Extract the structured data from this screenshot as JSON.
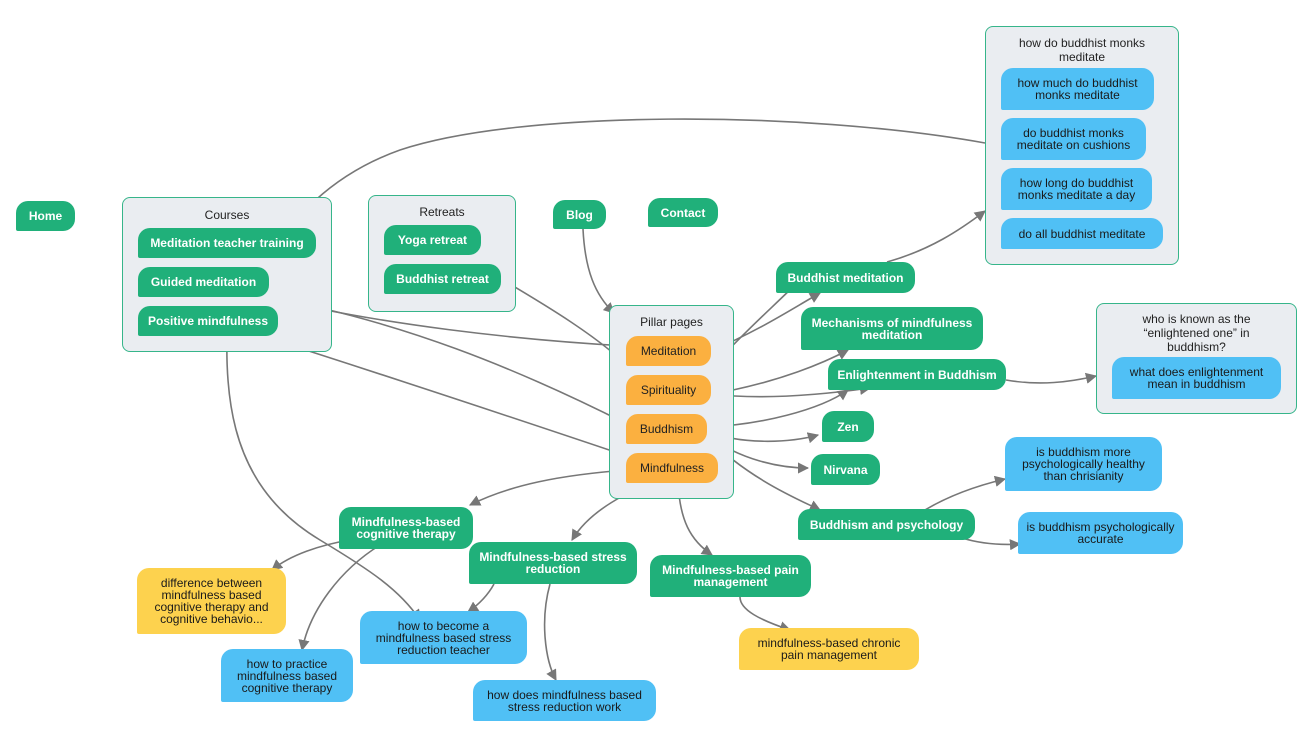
{
  "colors": {
    "green": "#20b07a",
    "orange": "#fbb040",
    "blue": "#50c0f5",
    "yellow": "#fdd24e",
    "edge": "#777777"
  },
  "nav": {
    "home": "Home",
    "blog": "Blog",
    "contact": "Contact"
  },
  "courses": {
    "title": "Courses",
    "items": [
      "Meditation teacher training",
      "Guided meditation",
      "Positive mindfulness"
    ]
  },
  "retreats": {
    "title": "Retreats",
    "items": [
      "Yoga retreat",
      "Buddhist retreat"
    ]
  },
  "pillar": {
    "title": "Pillar pages",
    "items": [
      "Meditation",
      "Spirituality",
      "Buddhism",
      "Mindfulness"
    ]
  },
  "monks": {
    "title": "how do buddhist monks meditate",
    "items": [
      "how much do buddhist monks meditate",
      "do buddhist monks meditate on cushions",
      "how long do buddhist monks meditate a day",
      "do all buddhist meditate"
    ]
  },
  "enlightened": {
    "title": "who is known as the “enlightened one” in buddhism?",
    "items": [
      "what does enlightenment mean in buddhism"
    ]
  },
  "topics": {
    "buddhist_meditation": "Buddhist meditation",
    "mechanisms": "Mechanisms of mindfulness meditation",
    "enlightenment": "Enlightenment in Buddhism",
    "zen": "Zen",
    "nirvana": "Nirvana",
    "psychology": "Buddhism and psychology",
    "mbct": "Mindfulness-based cognitive therapy",
    "mbsr": "Mindfulness-based stress reduction",
    "pain": "Mindfulness-based pain management"
  },
  "questions": {
    "psych_healthy": "is buddhism more psychologically healthy than chrisianity",
    "psych_accurate": "is buddhism psychologically accurate",
    "mbct_difference": "difference between mindfulness based cognitive therapy and cognitive behavio...",
    "mbct_practice": "how to practice mindfulness based cognitive therapy",
    "mbsr_teacher": "how to become a mindfulness based stress reduction teacher",
    "mbsr_work": "how does mindfulness based stress reduction work",
    "chronic_pain": "mindfulness-based chronic pain management"
  }
}
